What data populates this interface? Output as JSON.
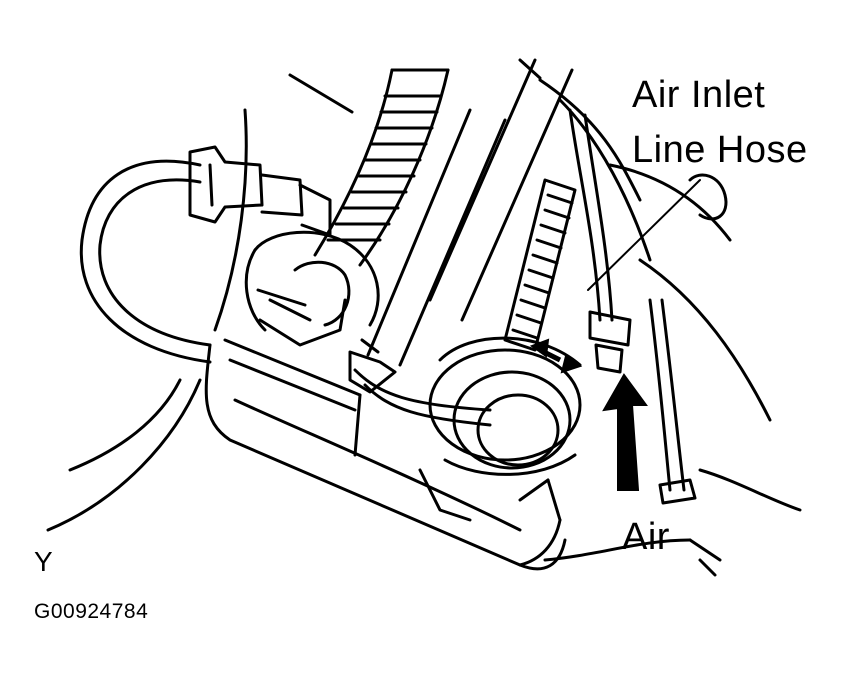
{
  "labels": {
    "air_inlet_line_1": "Air Inlet",
    "air_inlet_line_2": "Line Hose",
    "air": "Air",
    "view_letter": "Y",
    "figure_code": "G00924784"
  },
  "colors": {
    "ink": "#000000",
    "paper": "#ffffff"
  },
  "icons": {
    "flow_arrow": "air-flow-arrow-icon",
    "connection_arrow": "double-headed-arrow-icon"
  }
}
